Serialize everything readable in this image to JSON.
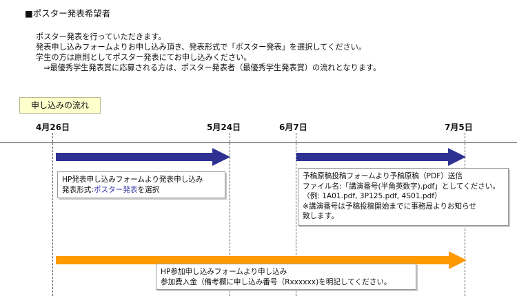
{
  "heading": "■ポスター発表希望者",
  "intro": [
    "ポスター発表を行っていただきます。",
    "発表申し込みフォームよりお申し込み頂き、発表形式で「ポスター発表」を選択してください。",
    "学生の方は原則としてポスター発表にてお申し込みください。",
    "　⇒最優秀学生発表賞に応募される方は、ポスター発表者（最優秀学生発表賞）の流れとなります。"
  ],
  "flow_label": "申し込みの流れ",
  "dates": [
    "4月26日",
    "5月24日",
    "6月7日",
    "7月5日"
  ],
  "colors": {
    "blue_arrow": "#2e3192",
    "orange_arrow": "#ff9900",
    "label_bg": "#ffffcc",
    "link_text": "#3333aa"
  },
  "box1": {
    "line1": "HP発表申し込みフォームより発表申し込み",
    "line2_prefix": "発表形式:",
    "line2_highlight": "ポスター発表",
    "line2_suffix": "を選択"
  },
  "box2": {
    "lines": [
      "予稿原稿投稿フォームより予稿原稿（PDF）送信",
      "ファイル名:「講演番号(半角英数字).pdf」としてください。",
      "（例: 1A01.pdf, 3P125.pdf, 4S01.pdf）",
      "※講演番号は予稿投稿開始までに事務局よりお知らせ",
      "致します。"
    ]
  },
  "box3": {
    "lines": [
      "HP参加申し込みフォームより申し込み",
      "参加費入金（備考欄に申し込み番号（Rxxxxxx)を明記してください。"
    ]
  }
}
